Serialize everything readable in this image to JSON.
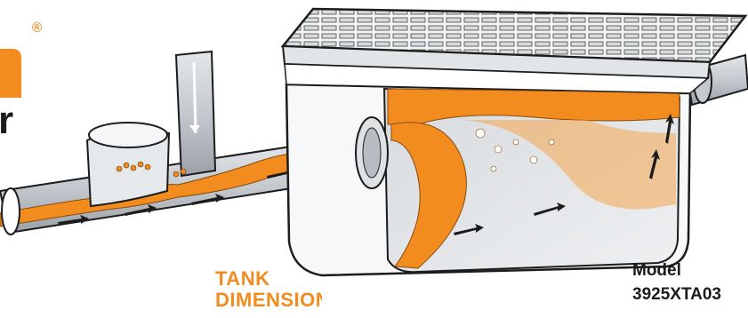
{
  "brand": {
    "registered_mark": "®",
    "accent_color": "#f28c1e",
    "logo_fragment_letter": "r"
  },
  "illustration": {
    "subject": "grease-interceptor-cutaway",
    "icons": [
      "cover-grate-icon",
      "flow-arrow-icon",
      "inlet-coupling-icon",
      "outlet-coupling-icon",
      "vent-pipe-icon",
      "cleanout-cap-icon"
    ],
    "colors": {
      "grease": "#f28c1e",
      "tank_wall": "#e9ebee",
      "pipe": "#c9ced4",
      "outline": "#1c1c1c"
    }
  },
  "tank_dimensions": {
    "heading_line1": "TANK",
    "heading_line2": "DIMENSIONS"
  },
  "model": {
    "label": "Model",
    "number": "3925XTA03"
  }
}
